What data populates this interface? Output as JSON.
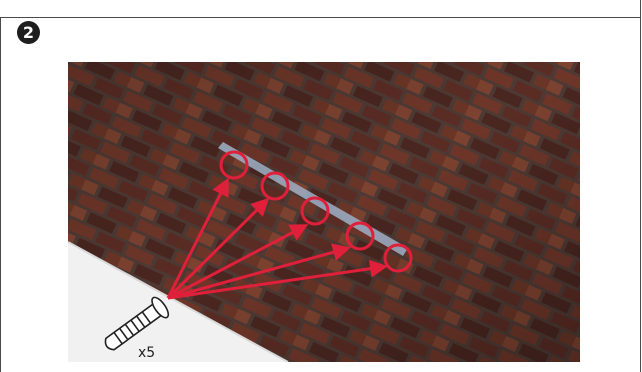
{
  "step": {
    "number": "2"
  },
  "illustration": {
    "anchor_quantity": "x5",
    "anchor_count": 5,
    "colors": {
      "brick_dark": "#3d2520",
      "brick_mid": "#6b3a2e",
      "brick_light": "#8a4a35",
      "mortar": "#5a4a45",
      "marker": "#e0203a",
      "arrow": "#e0203a",
      "plaster": "#f2f2f2"
    }
  }
}
